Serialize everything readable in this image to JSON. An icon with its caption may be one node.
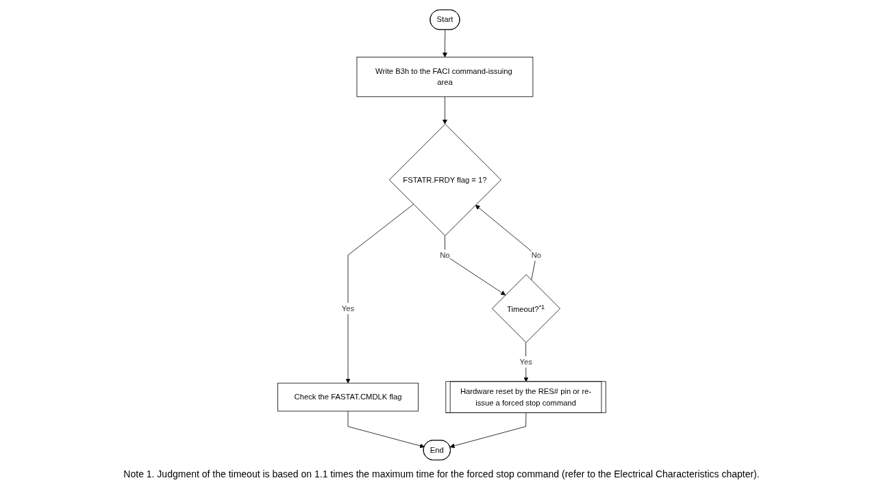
{
  "diagram": {
    "nodes": [
      {
        "text": [
          "Start"
        ]
      },
      {
        "text": [
          "Write B3h to the FACI command-issuing area"
        ]
      },
      {
        "text": [
          "FSTATR.FRDY flag = 1?"
        ]
      },
      {
        "text": [
          "Timeout?$^{*1}$"
        ]
      },
      {
        "text": [
          "Check the FASTAT.CMDLK flag"
        ]
      },
      {
        "text": [
          "Hardware reset by the RES# pin or re-issue a forced stop command"
        ]
      },
      {
        "text": [
          "End"
        ]
      }
    ],
    "edges": [
      {
        "from": 0,
        "to": 1,
        "arrow": "to"
      },
      {
        "from": 1,
        "to": 2,
        "arrow": "to"
      },
      {
        "from": 2,
        "to": 4,
        "arrow": "to",
        "label": "Yes"
      },
      {
        "from": 2,
        "to": 3,
        "arrow": "to",
        "label": "No"
      },
      {
        "from": 3,
        "to": 2,
        "arrow": "to",
        "label": "No"
      },
      {
        "from": 3,
        "to": 5,
        "arrow": "to",
        "label": "Yes"
      },
      {
        "from": 4,
        "to": 6,
        "arrow": "to"
      },
      {
        "from": 5,
        "to": 6,
        "arrow": "to"
      }
    ],
    "labels": [
      "Note 1. Judgment of the timeout is based on 1.1 times the maximum time for the forced stop command (refer to the Electrical Characteristics chapter)."
    ]
  }
}
